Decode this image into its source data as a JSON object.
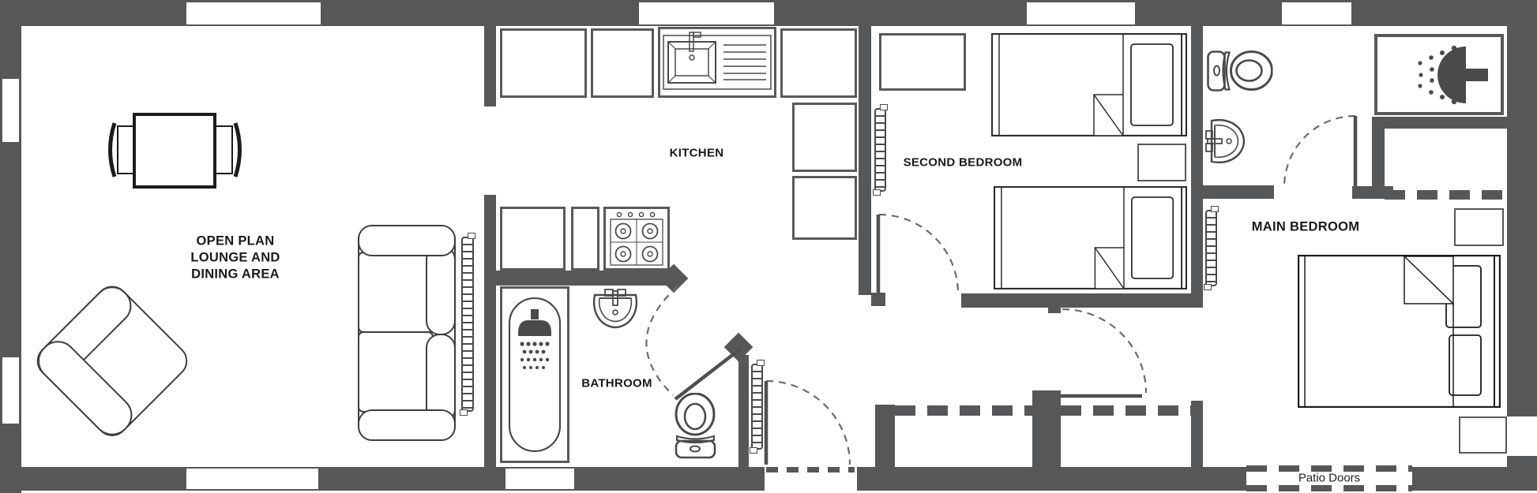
{
  "plan": {
    "rooms": {
      "lounge": {
        "label_lines": [
          "OPEN PLAN",
          "LOUNGE AND",
          "DINING AREA"
        ]
      },
      "kitchen": {
        "label": "KITCHEN"
      },
      "bathroom": {
        "label": "BATHROOM"
      },
      "second_bedroom": {
        "label": "SECOND BEDROOM"
      },
      "main_bedroom": {
        "label": "MAIN BEDROOM"
      }
    },
    "patio_doors_label": "Patio Doors",
    "colors": {
      "wall": "#565759",
      "unit_border": "#58595b",
      "furniture_outline": "#3f3f3f",
      "fixture": "#4a4a4a",
      "door_arc": "#6b6b6b",
      "door_leaf": "#4f4f4f",
      "label_text": "#1a1a1a",
      "floor": "#ffffff"
    }
  }
}
